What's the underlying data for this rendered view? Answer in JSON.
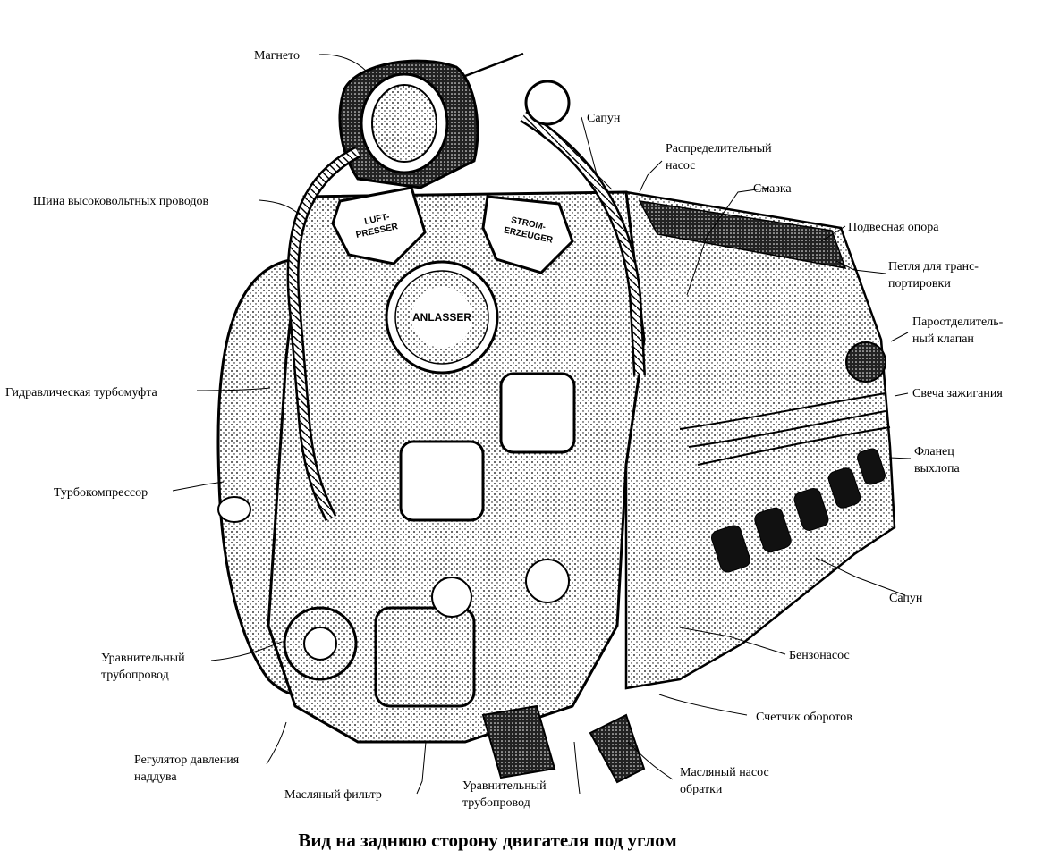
{
  "caption": "Вид на заднюю сторону двигателя под углом",
  "engine_markings": {
    "luft_1": "LUFT-",
    "luft_2": "PRESSER",
    "strom_1": "STROM-",
    "strom_2": "ERZEUGER",
    "anlasser": "ANLASSER"
  },
  "labels": {
    "magneto": "Магнето",
    "sapun_top": "Сапун",
    "raspred_1": "Распределительный",
    "raspred_2": "насос",
    "smazka": "Смазка",
    "shina": "Шина высоковольтных проводов",
    "podvesnaya": "Подвесная опора",
    "petlya_1": "Петля для транс-",
    "petlya_2": "портировки",
    "paroot_1": "Пароотделитель-",
    "paroot_2": "ный клапан",
    "gidro": "Гидравлическая турбомуфта",
    "svecha": "Свеча зажигания",
    "flanec_1": "Фланец",
    "flanec_2": "выхлопа",
    "turbo": "Турбокомпрессор",
    "sapun_bottom": "Сапун",
    "uravn_left_1": "Уравнительный",
    "uravn_left_2": "трубопровод",
    "benzonasos": "Бензонасос",
    "schetchik": "Счетчик оборотов",
    "regulator_1": "Регулятор давления",
    "regulator_2": "наддува",
    "maslo_nasos_1": "Масляный насос",
    "maslo_nasos_2": "обратки",
    "uravn_bottom_1": "Уравнительный",
    "uravn_bottom_2": "трубопровод",
    "filtr": "Масляный фильтр"
  }
}
